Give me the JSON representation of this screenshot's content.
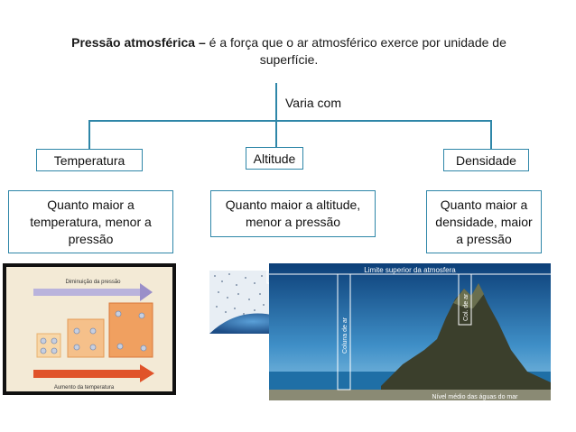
{
  "title": {
    "bold": "Pressão atmosférica –",
    "line1_rest": " é a força que o ar atmosférico exerce por unidade de",
    "line2": "superfície."
  },
  "root_label": "Varia com",
  "categories": [
    {
      "label": "Temperatura",
      "description": "Quanto maior a temperatura, menor a pressão"
    },
    {
      "label": "Altitude",
      "description": "Quanto maior a altitude, menor a pressão"
    },
    {
      "label": "Densidade",
      "description": "Quanto maior a densidade, maior a pressão"
    }
  ],
  "figure_left": {
    "top_label": "Diminuição da pressão",
    "bottom_label": "Aumento da temperatura"
  },
  "figure_right": {
    "top_label": "Limite superior da atmosfera",
    "column1_label": "Coluna de ar",
    "column2_label": "Col. de ar",
    "bottom_label": "Nível médio das águas do mar"
  },
  "colors": {
    "line": "#2e86a8",
    "arrow_pink": "#9a8fc9",
    "arrow_red": "#e0532a",
    "box_orange": "#f0a060"
  }
}
